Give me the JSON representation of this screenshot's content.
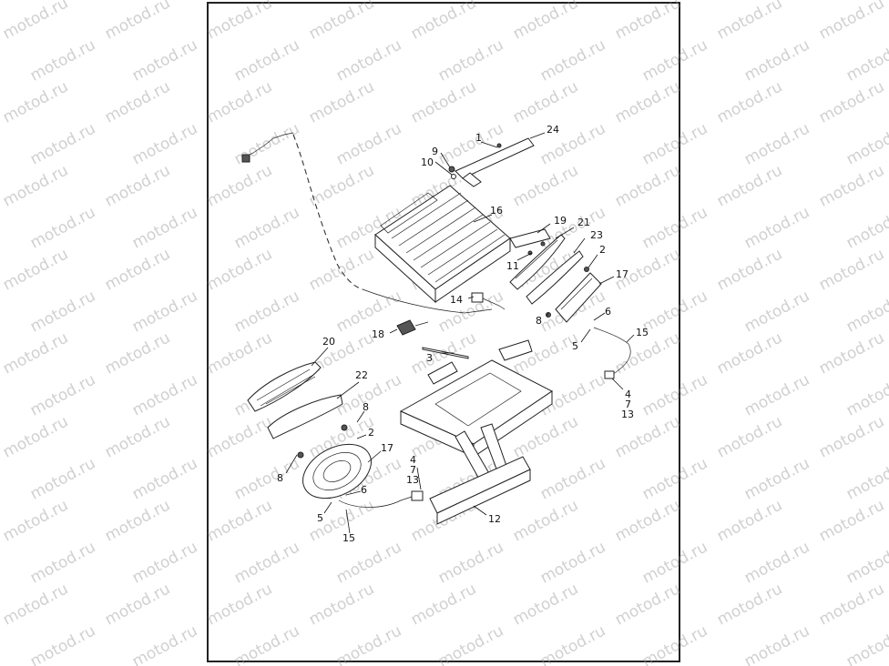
{
  "watermark": "motod.ru",
  "callouts": {
    "c1": "1",
    "c24": "24",
    "c9": "9",
    "c10": "10",
    "c16": "16",
    "c19": "19",
    "c21": "21",
    "c23": "23",
    "c11": "11",
    "c2a": "2",
    "c17a": "17",
    "c14": "14",
    "c8a": "8",
    "c6a": "6",
    "c5a": "5",
    "c15a": "15",
    "c18": "18",
    "c3": "3",
    "c4a": "4",
    "c7a": "7",
    "c13a": "13",
    "c20": "20",
    "c22": "22",
    "c8b": "8",
    "c2b": "2",
    "c17b": "17",
    "c8c": "8",
    "c4b": "4",
    "c7b": "7",
    "c13b": "13",
    "c6b": "6",
    "c5b": "5",
    "c15b": "15",
    "c12": "12"
  }
}
